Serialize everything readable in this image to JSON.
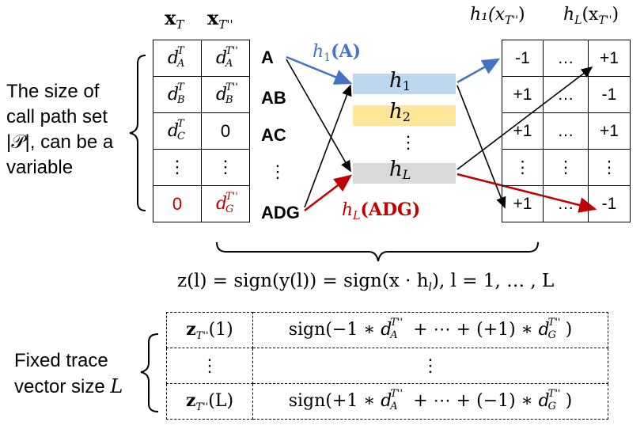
{
  "columns": {
    "left_header_1": "x",
    "left_header_1_sub": "T",
    "left_header_2": "x",
    "left_header_2_sub": "T''",
    "right_header_1": "h₁(x",
    "right_header_1_sub": "T''",
    "right_header_2": "h",
    "right_header_2_fn_sub": "L",
    "right_header_2_arg": "(x",
    "right_header_2_sub": "T''",
    "close_paren": ")"
  },
  "left_table": {
    "rows": [
      {
        "c1_letter": "d",
        "c1_sub": "A",
        "c1_sup": "T",
        "c2_letter": "d",
        "c2_sub": "A",
        "c2_sup": "T''"
      },
      {
        "c1_letter": "d",
        "c1_sub": "B",
        "c1_sup": "T",
        "c2_letter": "d",
        "c2_sub": "B",
        "c2_sup": "T''"
      },
      {
        "c1_letter": "d",
        "c1_sub": "C",
        "c1_sup": "T",
        "c2_plain": "0"
      },
      {
        "c1_plain": "⋮",
        "c2_plain": "⋮"
      },
      {
        "c1_plain": "0",
        "c2_letter": "d",
        "c2_sub": "G",
        "c2_sup": "T''"
      }
    ]
  },
  "call_paths": [
    "A",
    "AB",
    "AC",
    "⋮",
    "ADG"
  ],
  "left_note": [
    "The size of",
    "call path set",
    "|𝒫|, can be a",
    "variable"
  ],
  "hash_labels": {
    "h1_fn": "h",
    "h1_sub": "1",
    "h1_arg": "(A)",
    "hL_fn": "h",
    "hL_sub": "L",
    "hL_arg": "(ADG)"
  },
  "hash_bars": [
    {
      "fn": "h",
      "sub": "1",
      "color": "#bdd7ee"
    },
    {
      "fn": "h",
      "sub": "2",
      "color": "#ffe699"
    },
    {
      "fn": "h",
      "sub": "L",
      "color": "#d9d9d9"
    }
  ],
  "bar_dots": "⋮",
  "right_table": {
    "rows": [
      [
        "-1",
        "…",
        "+1"
      ],
      [
        "+1",
        "…",
        "-1"
      ],
      [
        "+1",
        "…",
        "+1"
      ],
      [
        "⋮",
        "⋮",
        "⋮"
      ],
      [
        "+1",
        "…",
        "-1"
      ]
    ]
  },
  "formula": "z(l) = sign(y(l)) = sign(x · h",
  "formula_sub": "l",
  "formula_tail": "), l = 1, … , L",
  "bottom_table": {
    "rows": [
      {
        "key": "z",
        "key_sub": "T''",
        "key_arg": "(1)",
        "val_a": "sign(−1 ∗ ",
        "val_b": " + ⋯ + (+1) ∗ ",
        "val_c": ")",
        "d1_sub": "A",
        "d2_sub": "G",
        "dsup": "T''"
      },
      {
        "key_plain": "⋮",
        "val_plain": "⋮"
      },
      {
        "key": "z",
        "key_sub": "T''",
        "key_arg": "(L)",
        "val_a": "sign(+1 ∗ ",
        "val_b": " + ⋯ + (−1) ∗ ",
        "val_c": ")",
        "d1_sub": "A",
        "d2_sub": "G",
        "dsup": "T''"
      }
    ]
  },
  "bottom_note": [
    "Fixed trace",
    "vector size "
  ],
  "bottom_note_var": "L",
  "colors": {
    "red": "#c00000",
    "blue": "#4472c4",
    "black": "#000000"
  }
}
